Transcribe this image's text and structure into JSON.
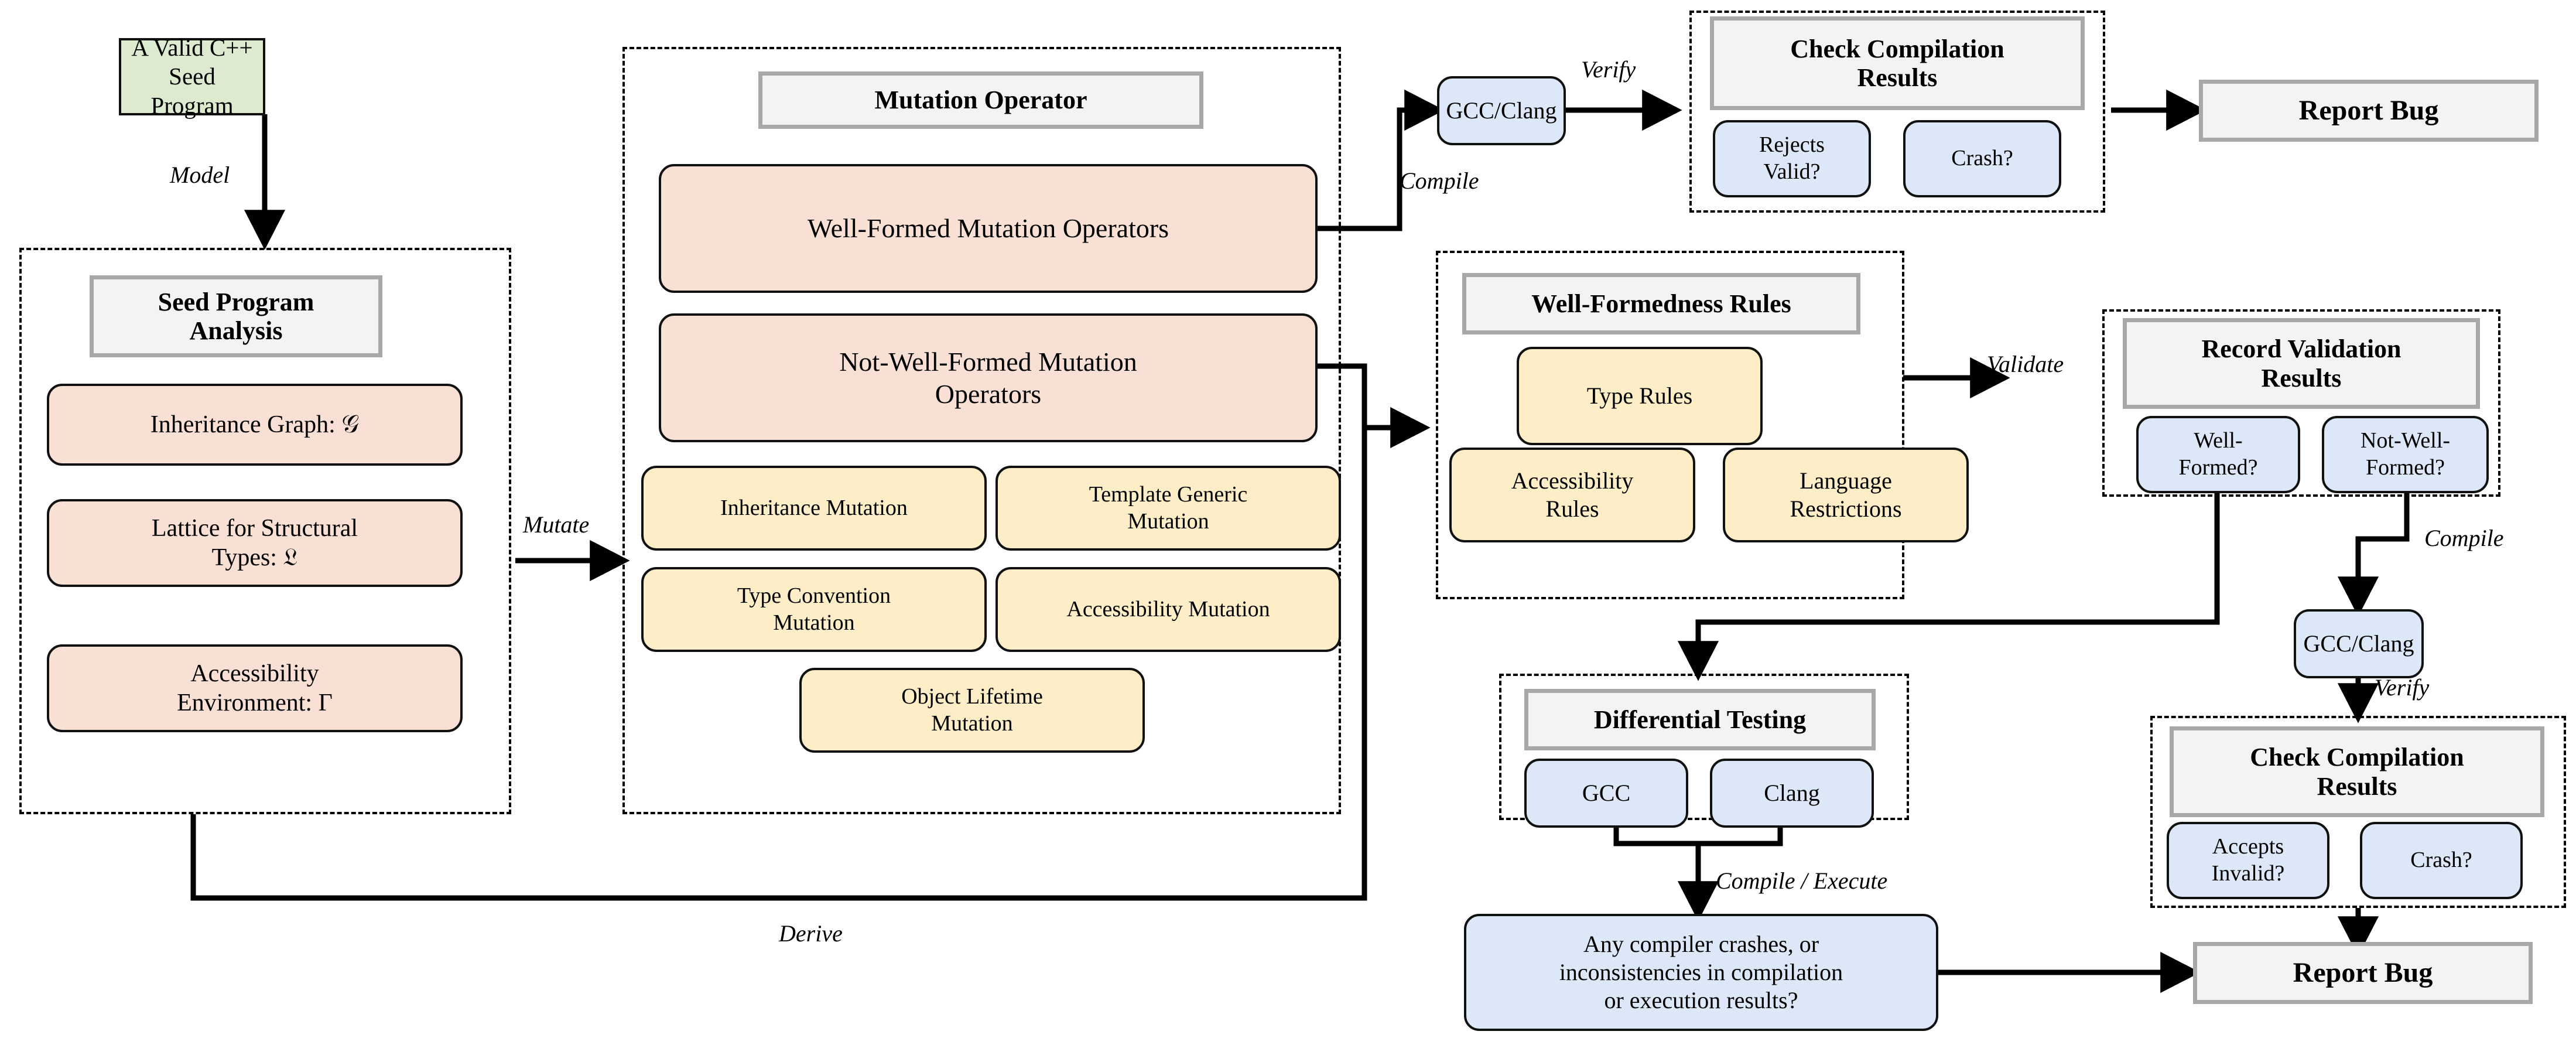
{
  "diagram": {
    "title": "C++ compiler fuzzing workflow",
    "colors": {
      "seed_fill": "#dcebd0",
      "analysis_fill": "#f8e0d4",
      "mutation_fill": "#fdeec8",
      "compiler_fill": "#dce8f7",
      "header_fill": "#f3f3f3",
      "header_border": "#a8a8a8",
      "edge": "#000000"
    }
  },
  "seed": {
    "label": "A Valid C++\nSeed Program"
  },
  "analysis_panel": {
    "header": "Seed Program\nAnalysis",
    "items": [
      {
        "label": "Inheritance Graph: 𝒢"
      },
      {
        "label": "Lattice for Structural\nTypes: 𝔏"
      },
      {
        "label": "Accessibility\nEnvironment: Γ"
      }
    ]
  },
  "mutation_panel": {
    "header": "Mutation Operator",
    "primary": [
      {
        "label": "Well-Formed Mutation Operators"
      },
      {
        "label": "Not-Well-Formed Mutation\nOperators"
      }
    ],
    "kinds": [
      {
        "label": "Inheritance Mutation"
      },
      {
        "label": "Template Generic\nMutation"
      },
      {
        "label": "Type Convention\nMutation"
      },
      {
        "label": "Accessibility Mutation"
      },
      {
        "label": "Object Lifetime\nMutation"
      }
    ]
  },
  "rules_panel": {
    "header": "Well-Formedness Rules",
    "items": [
      {
        "label": "Type Rules"
      },
      {
        "label": "Accessibility\nRules"
      },
      {
        "label": "Language\nRestrictions"
      }
    ]
  },
  "record_panel": {
    "header": "Record Validation\nResults",
    "items": [
      {
        "label": "Well-\nFormed?"
      },
      {
        "label": "Not-Well-\nFormed?"
      }
    ]
  },
  "check_top_panel": {
    "header": "Check Compilation\nResults",
    "items": [
      {
        "label": "Rejects\nValid?"
      },
      {
        "label": "Crash?"
      }
    ]
  },
  "check_bottom_panel": {
    "header": "Check Compilation\nResults",
    "items": [
      {
        "label": "Accepts\nInvalid?"
      },
      {
        "label": "Crash?"
      }
    ]
  },
  "difftest_panel": {
    "header": "Differential Testing",
    "items": [
      {
        "label": "GCC"
      },
      {
        "label": "Clang"
      }
    ]
  },
  "compilers": {
    "top": "GCC/Clang",
    "bottom": "GCC/Clang"
  },
  "question_box": {
    "label": "Any compiler crashes, or\ninconsistencies in compilation\nor execution results?"
  },
  "report_top": {
    "label": "Report Bug"
  },
  "report_bottom": {
    "label": "Report Bug"
  },
  "edge_labels": {
    "model": "Model",
    "mutate": "Mutate",
    "derive": "Derive",
    "compile_top": "Compile",
    "verify_top": "Verify",
    "validate": "Validate",
    "compile_right": "Compile",
    "verify_right": "Verify",
    "compile_execute": "Compile / Execute"
  }
}
